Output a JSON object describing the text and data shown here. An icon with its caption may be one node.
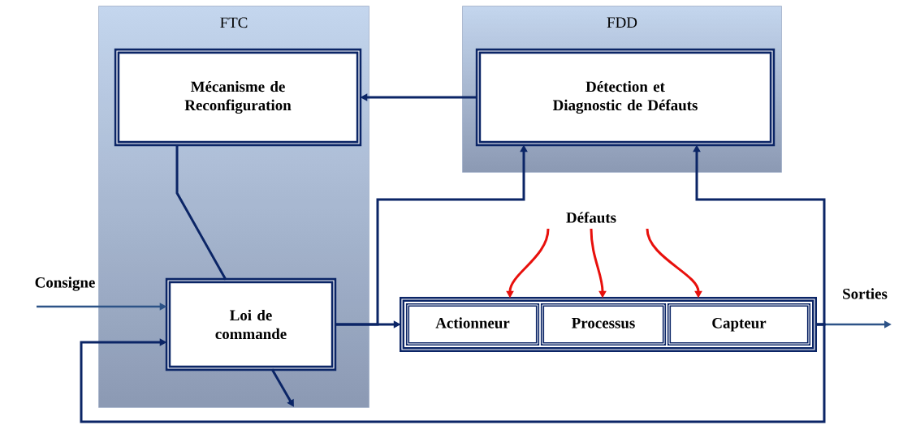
{
  "diagram": {
    "nodes": [
      {
        "text": [
          "FTC"
        ]
      },
      {
        "text": [
          "Mécanisme de Reconfiguration"
        ],
        "in": 0
      },
      {
        "text": [
          "Loi de commande"
        ],
        "in": 0
      },
      {
        "text": [
          "FDD"
        ]
      },
      {
        "text": [
          "Détection et Diagnostic de Défauts"
        ],
        "in": 3
      },
      {
        "text": [],
        "shape": "box"
      },
      {
        "text": [
          "Actionneur"
        ],
        "in": 5
      },
      {
        "text": [
          "Processus"
        ],
        "in": 5
      },
      {
        "text": [
          "Capteur"
        ],
        "in": 5
      },
      {
        "text": [
          "Défauts"
        ]
      }
    ],
    "edges": [
      {
        "from": 4,
        "to": 1,
        "arrow": "to"
      },
      {
        "from": 1,
        "to": 2,
        "arrow": "none"
      },
      {
        "from": null,
        "to": 2,
        "arrow": "to",
        "color": "#2d5387"
      },
      {
        "from": 2,
        "to": 6,
        "arrow": "to"
      },
      {
        "from": 2,
        "to": 4,
        "arrow": "to"
      },
      {
        "from": 2,
        "to": null,
        "arrow": "to"
      },
      {
        "from": 5,
        "to": null,
        "arrow": "to",
        "color": "#2d5387"
      },
      {
        "from": 5,
        "to": 4,
        "arrow": "to"
      },
      {
        "from": 5,
        "to": 2,
        "arrow": "to"
      },
      {
        "from": 9,
        "to": 6,
        "arrow": "to",
        "color": "#e8100c"
      },
      {
        "from": 9,
        "to": 7,
        "arrow": "to",
        "color": "#e8100c"
      },
      {
        "from": 9,
        "to": 8,
        "arrow": "to",
        "color": "#e8100c"
      }
    ],
    "labels": [
      "Consigne",
      "Sorties"
    ]
  }
}
